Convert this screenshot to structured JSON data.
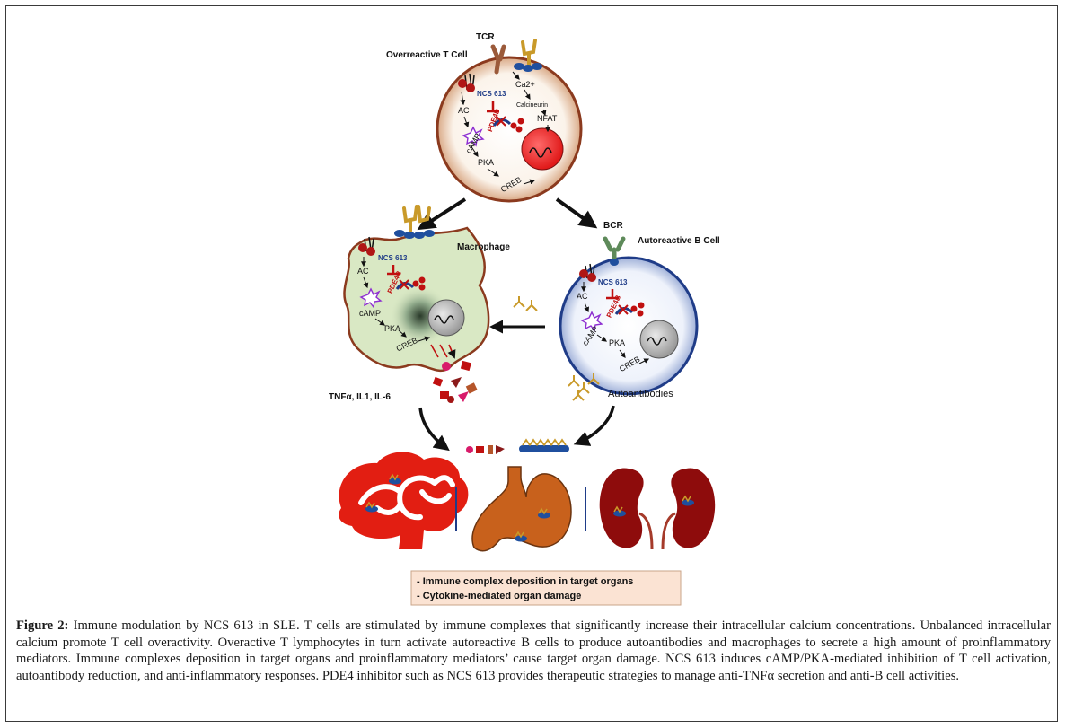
{
  "figure": {
    "tcell": {
      "title": "Overreactive T Cell",
      "receptor": "TCR",
      "labels": {
        "ac": "AC",
        "ncs": "NCS 613",
        "pde": "PDE4D",
        "camp": "cAMP",
        "pka": "PKA",
        "creb": "CREB",
        "ca": "Ca2+",
        "calcineurin": "Calcineurin",
        "nfat": "NFAT"
      }
    },
    "macrophage": {
      "title": "Macrophage",
      "labels": {
        "ac": "AC",
        "ncs": "NCS 613",
        "pde": "PDE4B",
        "camp": "cAMP",
        "pka": "PKA",
        "creb": "CREB"
      }
    },
    "bcell": {
      "title": "Autoreactive B Cell",
      "receptor": "BCR",
      "labels": {
        "ac": "AC",
        "ncs": "NCS 613",
        "pde": "PDE4B",
        "camp": "cAMP",
        "pka": "PKA",
        "creb": "CREB"
      }
    },
    "cytokines": "TNFα, IL1, IL-6",
    "autoantibodies": "Autoantibodies",
    "legend": [
      "- Immune complex deposition in target organs",
      "- Cytokine-mediated organ damage"
    ],
    "colors": {
      "tcell_border": "#8b3a1e",
      "macrophage_fill": "#d9e8c4",
      "bcell_border": "#1f3c88",
      "brain_red": "#e21e12",
      "stomach": "#c8611c",
      "kidney": "#8e0c0c",
      "legend_bg": "#fbe3d3"
    }
  },
  "caption": {
    "label": "Figure 2:",
    "text": " Immune modulation by NCS 613 in SLE. T cells are stimulated by immune complexes that significantly increase their intracellular calcium concentrations. Unbalanced intracellular calcium promote T cell overactivity. Overactive T lymphocytes in turn activate autoreactive B cells to produce autoantibodies and macrophages to secrete a high amount of proinflammatory mediators. Immune complexes deposition in target organs and proinflammatory mediators’ cause target organ damage. NCS 613 induces cAMP/PKA-mediated inhibition of T cell activation, autoantibody reduction, and anti-inflammatory responses. PDE4 inhibitor such as NCS 613 provides therapeutic strategies to manage anti-TNFα secretion and anti-B cell activities."
  }
}
